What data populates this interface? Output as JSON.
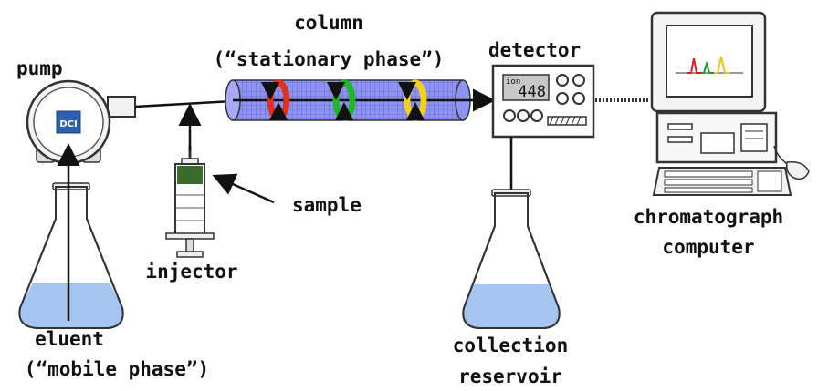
{
  "labels": {
    "pump": "pump",
    "column_line1": "column",
    "column_line2": "(“stationary phase”)",
    "detector": "detector",
    "sample": "sample",
    "injector": "injector",
    "eluent_line1": "eluent",
    "eluent_line2": "(“mobile phase”)",
    "collection_line1": "collection",
    "collection_line2": "reservoir",
    "computer_line1": "chromatograph",
    "computer_line2": "computer"
  },
  "detector_display": {
    "mode": "ion",
    "reading": "448"
  },
  "pump_logo": "DCI",
  "colors": {
    "column_fill": "#8f93f2",
    "column_grid": "#4d52c8",
    "band_red": "#e3301c",
    "band_green": "#1fb62a",
    "band_yellow": "#f3cf1f",
    "liquid": "#9fc2ee",
    "plunger_sample": "#3b6b2c",
    "lcd_bg": "#c8c8c8",
    "peak_red": "#e02020",
    "peak_green": "#1c9a2a",
    "peak_yellow": "#e6c718"
  }
}
